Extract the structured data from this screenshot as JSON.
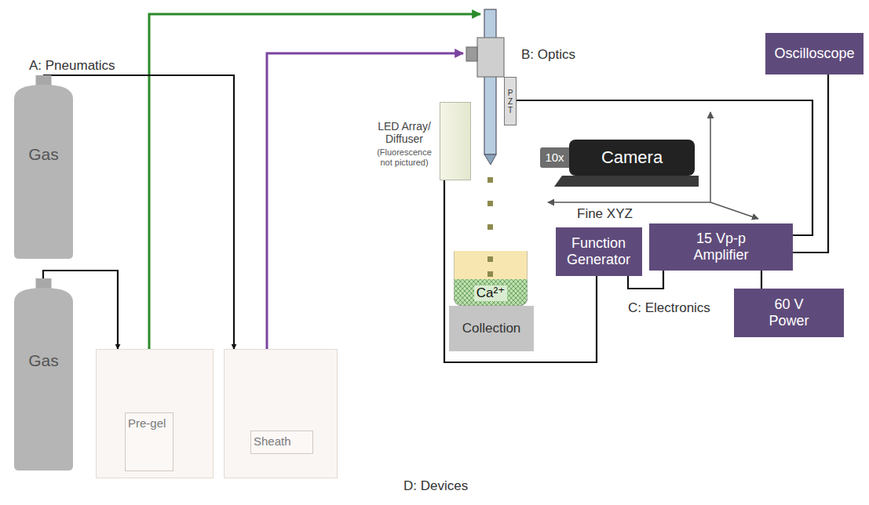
{
  "diagram": {
    "nodes": [
      {
        "text": [
          "Gas"
        ]
      },
      {
        "text": [
          "Gas"
        ]
      },
      {
        "text": [
          "Pre-gel"
        ]
      },
      {
        "text": [
          "Sheath"
        ]
      },
      {
        "text": [
          "PZT"
        ]
      },
      {
        "text": [
          "LED Array/ Diffuser",
          "(Fluorescence not pictured)"
        ]
      },
      {
        "text": [
          "10x"
        ]
      },
      {
        "text": [
          "Camera"
        ]
      },
      {
        "text": [
          "Ca²⁺"
        ]
      },
      {
        "text": [
          "Collection"
        ]
      },
      {
        "text": [
          "Oscilloscope"
        ]
      },
      {
        "text": [
          "Function Generator"
        ]
      },
      {
        "text": [
          "15 Vp-p Amplifier"
        ]
      },
      {
        "text": [
          "60 V Power"
        ]
      }
    ],
    "edges": [
      {
        "from": 0,
        "to": 3,
        "arrow": "to"
      },
      {
        "from": 1,
        "to": 2,
        "arrow": "to"
      },
      {
        "from": 4,
        "to": 12,
        "arrow": "none"
      },
      {
        "from": 10,
        "to": 12,
        "arrow": "none"
      },
      {
        "from": 11,
        "to": 12,
        "arrow": "none"
      },
      {
        "from": 12,
        "to": 13,
        "arrow": "none"
      },
      {
        "from": 11,
        "to": 5,
        "arrow": "none"
      }
    ],
    "labels": [
      "A: Pneumatics",
      "B: Optics",
      "C: Electronics",
      "D: Devices",
      "Fine XYZ"
    ]
  }
}
